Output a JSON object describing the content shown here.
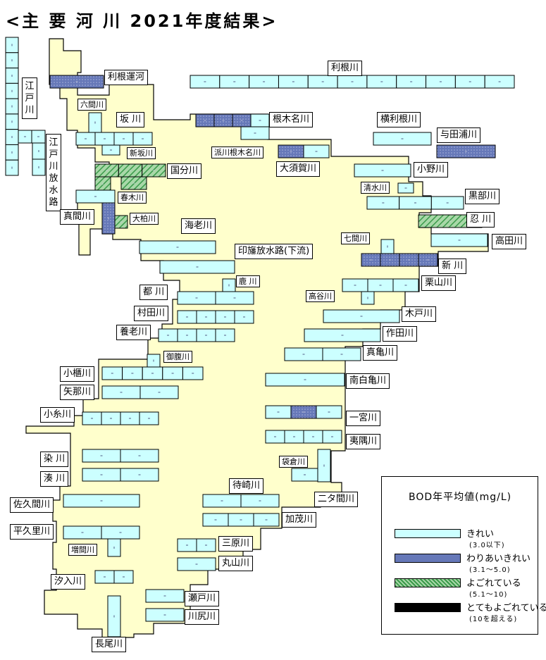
{
  "title": "<主 要 河 川 2021年度結果>",
  "colors": {
    "land": "#ffffcc",
    "clean": "#ccffff",
    "fair": "#6678b8",
    "dirty": "#3a9a4a",
    "very_dirty": "#000000",
    "outline": "#000000"
  },
  "legend": {
    "title": "BOD年平均値(mg/L)",
    "items": [
      {
        "label": "きれい",
        "sub": "(3.0以下)",
        "class": "clean"
      },
      {
        "label": "わりあいきれい",
        "sub": "(3.1～5.0)",
        "class": "fair"
      },
      {
        "label": "よごれている",
        "sub": "(5.1～10)",
        "class": "dirty"
      },
      {
        "label": "とてもよごれている",
        "sub": "(10を超える)",
        "class": "very_dirty"
      }
    ]
  },
  "rivers": [
    {
      "name": "利根運河",
      "class": "fair",
      "segments": [
        "fair"
      ]
    },
    {
      "name": "利根川",
      "class": "clean",
      "segments": [
        "clean",
        "clean",
        "clean",
        "clean",
        "clean",
        "clean",
        "clean",
        "clean",
        "clean",
        "clean",
        "clean"
      ]
    },
    {
      "name": "江戸川",
      "class": "clean",
      "segments": [
        "clean",
        "clean",
        "clean",
        "clean",
        "clean",
        "clean",
        "clean",
        "clean",
        "clean",
        "clean",
        "clean",
        "clean",
        "clean"
      ]
    },
    {
      "name": "江戸川放水路",
      "class": "clean",
      "segments": [
        "clean"
      ]
    },
    {
      "name": "六間川",
      "class": "clean",
      "segments": [
        "clean"
      ]
    },
    {
      "name": "坂 川",
      "class": "clean",
      "segments": [
        "clean",
        "clean",
        "clean",
        "clean"
      ]
    },
    {
      "name": "新坂川",
      "class": "clean",
      "segments": [
        "clean"
      ]
    },
    {
      "name": "根木名川",
      "class": "fair",
      "segments": [
        "fair",
        "fair",
        "fair",
        "clean",
        "clean"
      ]
    },
    {
      "name": "派川根木名川",
      "class": "clean",
      "segments": [
        "clean"
      ]
    },
    {
      "name": "横利根川",
      "class": "clean",
      "segments": [
        "clean"
      ]
    },
    {
      "name": "与田浦川",
      "class": "fair",
      "segments": [
        "fair"
      ]
    },
    {
      "name": "大須賀川",
      "class": "fair",
      "segments": [
        "fair",
        "clean"
      ]
    },
    {
      "name": "国分川",
      "class": "dirty",
      "segments": [
        "dirty",
        "dirty",
        "dirty"
      ]
    },
    {
      "name": "春木川",
      "class": "dirty",
      "segments": [
        "dirty"
      ]
    },
    {
      "name": "小野川",
      "class": "clean",
      "segments": [
        "clean"
      ]
    },
    {
      "name": "清水川",
      "class": "clean",
      "segments": [
        "clean"
      ]
    },
    {
      "name": "黒部川",
      "class": "clean",
      "segments": [
        "clean",
        "clean",
        "clean"
      ]
    },
    {
      "name": "真間川",
      "class": "fair",
      "segments": [
        "clean",
        "fair"
      ]
    },
    {
      "name": "大柏川",
      "class": "dirty",
      "segments": [
        "dirty"
      ]
    },
    {
      "name": "海老川",
      "class": "clean",
      "segments": [
        "clean"
      ]
    },
    {
      "name": "忍 川",
      "class": "dirty",
      "segments": [
        "dirty"
      ]
    },
    {
      "name": "七間川",
      "class": "clean",
      "segments": [
        "clean"
      ]
    },
    {
      "name": "高田川",
      "class": "clean",
      "segments": [
        "clean"
      ]
    },
    {
      "name": "印旛放水路(下流)",
      "class": "clean",
      "segments": [
        "clean"
      ]
    },
    {
      "name": "新 川",
      "class": "fair",
      "segments": [
        "fair",
        "fair",
        "fair",
        "fair"
      ]
    },
    {
      "name": "鹿 川",
      "class": "clean",
      "segments": [
        "clean"
      ]
    },
    {
      "name": "都 川",
      "class": "clean",
      "segments": [
        "clean",
        "clean"
      ]
    },
    {
      "name": "栗山川",
      "class": "clean",
      "segments": [
        "clean",
        "clean",
        "clean"
      ]
    },
    {
      "name": "高谷川",
      "class": "clean",
      "segments": [
        "clean"
      ]
    },
    {
      "name": "村田川",
      "class": "clean",
      "segments": [
        "clean",
        "clean",
        "clean",
        "clean"
      ]
    },
    {
      "name": "木戸川",
      "class": "clean",
      "segments": [
        "clean"
      ]
    },
    {
      "name": "養老川",
      "class": "clean",
      "segments": [
        "clean",
        "clean",
        "clean",
        "clean"
      ]
    },
    {
      "name": "作田川",
      "class": "clean",
      "segments": [
        "clean"
      ]
    },
    {
      "name": "御腹川",
      "class": "clean",
      "segments": [
        "clean"
      ]
    },
    {
      "name": "真亀川",
      "class": "clean",
      "segments": [
        "clean",
        "clean"
      ]
    },
    {
      "name": "小櫃川",
      "class": "clean",
      "segments": [
        "clean",
        "clean",
        "clean",
        "clean",
        "clean"
      ]
    },
    {
      "name": "南白亀川",
      "class": "clean",
      "segments": [
        "clean"
      ]
    },
    {
      "name": "矢那川",
      "class": "clean",
      "segments": [
        "clean",
        "clean"
      ]
    },
    {
      "name": "小糸川",
      "class": "clean",
      "segments": [
        "clean",
        "clean",
        "clean",
        "clean"
      ]
    },
    {
      "name": "一宮川",
      "class": "fair",
      "segments": [
        "clean",
        "fair",
        "clean"
      ]
    },
    {
      "name": "夷隅川",
      "class": "clean",
      "segments": [
        "clean",
        "clean",
        "clean",
        "clean"
      ]
    },
    {
      "name": "染 川",
      "class": "clean",
      "segments": [
        "clean",
        "clean"
      ]
    },
    {
      "name": "湊 川",
      "class": "clean",
      "segments": [
        "clean",
        "clean"
      ]
    },
    {
      "name": "袋倉川",
      "class": "clean",
      "segments": [
        "clean"
      ]
    },
    {
      "name": "待崎川",
      "class": "clean",
      "segments": [
        "clean",
        "clean"
      ]
    },
    {
      "name": "二タ間川",
      "class": "clean",
      "segments": [
        "clean"
      ]
    },
    {
      "name": "佐久間川",
      "class": "clean",
      "segments": [
        "clean"
      ]
    },
    {
      "name": "加茂川",
      "class": "clean",
      "segments": [
        "clean",
        "clean",
        "clean"
      ]
    },
    {
      "name": "平久里川",
      "class": "clean",
      "segments": [
        "clean",
        "clean",
        "clean"
      ]
    },
    {
      "name": "増間川",
      "class": "clean",
      "segments": [
        "clean"
      ]
    },
    {
      "name": "三原川",
      "class": "clean",
      "segments": [
        "clean",
        "clean"
      ]
    },
    {
      "name": "丸山川",
      "class": "clean",
      "segments": [
        "clean"
      ]
    },
    {
      "name": "汐入川",
      "class": "clean",
      "segments": [
        "clean",
        "clean"
      ]
    },
    {
      "name": "瀬戸川",
      "class": "clean",
      "segments": [
        "clean"
      ]
    },
    {
      "name": "川尻川",
      "class": "clean",
      "segments": [
        "clean"
      ]
    },
    {
      "name": "長尾川",
      "class": "clean",
      "segments": [
        "clean"
      ]
    }
  ]
}
